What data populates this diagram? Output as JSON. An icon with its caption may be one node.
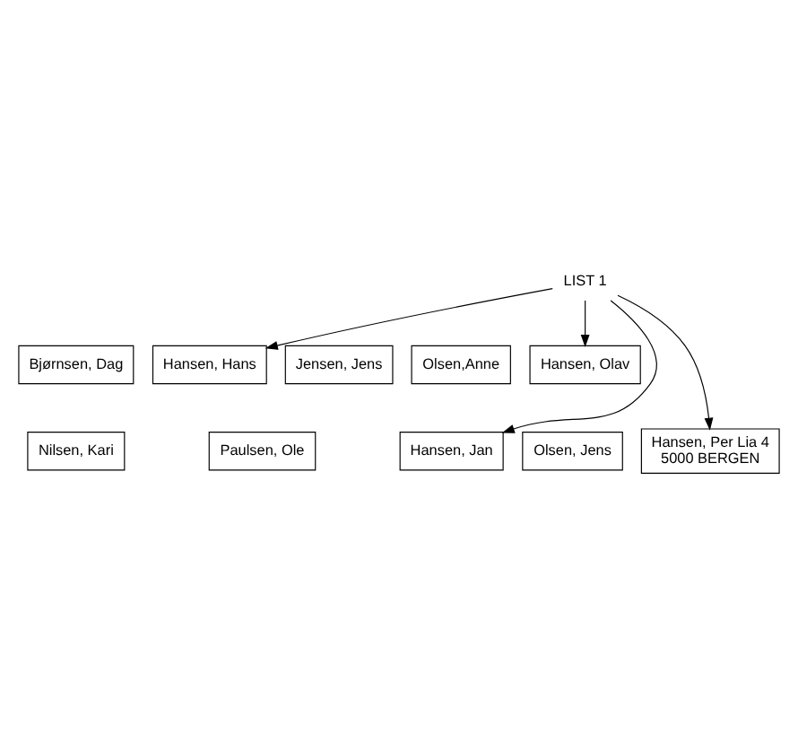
{
  "diagram": {
    "nodes": [
      {
        "text": [
          "LIST 1"
        ]
      },
      {
        "text": [
          "Bjørnsen, Dag"
        ]
      },
      {
        "text": [
          "Hansen, Hans"
        ]
      },
      {
        "text": [
          "Jensen, Jens"
        ]
      },
      {
        "text": [
          "Olsen,Anne"
        ]
      },
      {
        "text": [
          "Hansen, Olav"
        ]
      },
      {
        "text": [
          "Nilsen, Kari"
        ]
      },
      {
        "text": [
          "Paulsen, Ole"
        ]
      },
      {
        "text": [
          "Hansen, Jan"
        ]
      },
      {
        "text": [
          "Olsen, Jens"
        ]
      },
      {
        "text": [
          "Hansen, Per Lia 4",
          "5000 BERGEN"
        ]
      }
    ],
    "edges": [
      {
        "from": 0,
        "to": 2,
        "arrow": "to"
      },
      {
        "from": 0,
        "to": 5,
        "arrow": "to"
      },
      {
        "from": 0,
        "to": 8,
        "arrow": "to"
      },
      {
        "from": 0,
        "to": 10,
        "arrow": "to"
      }
    ]
  }
}
